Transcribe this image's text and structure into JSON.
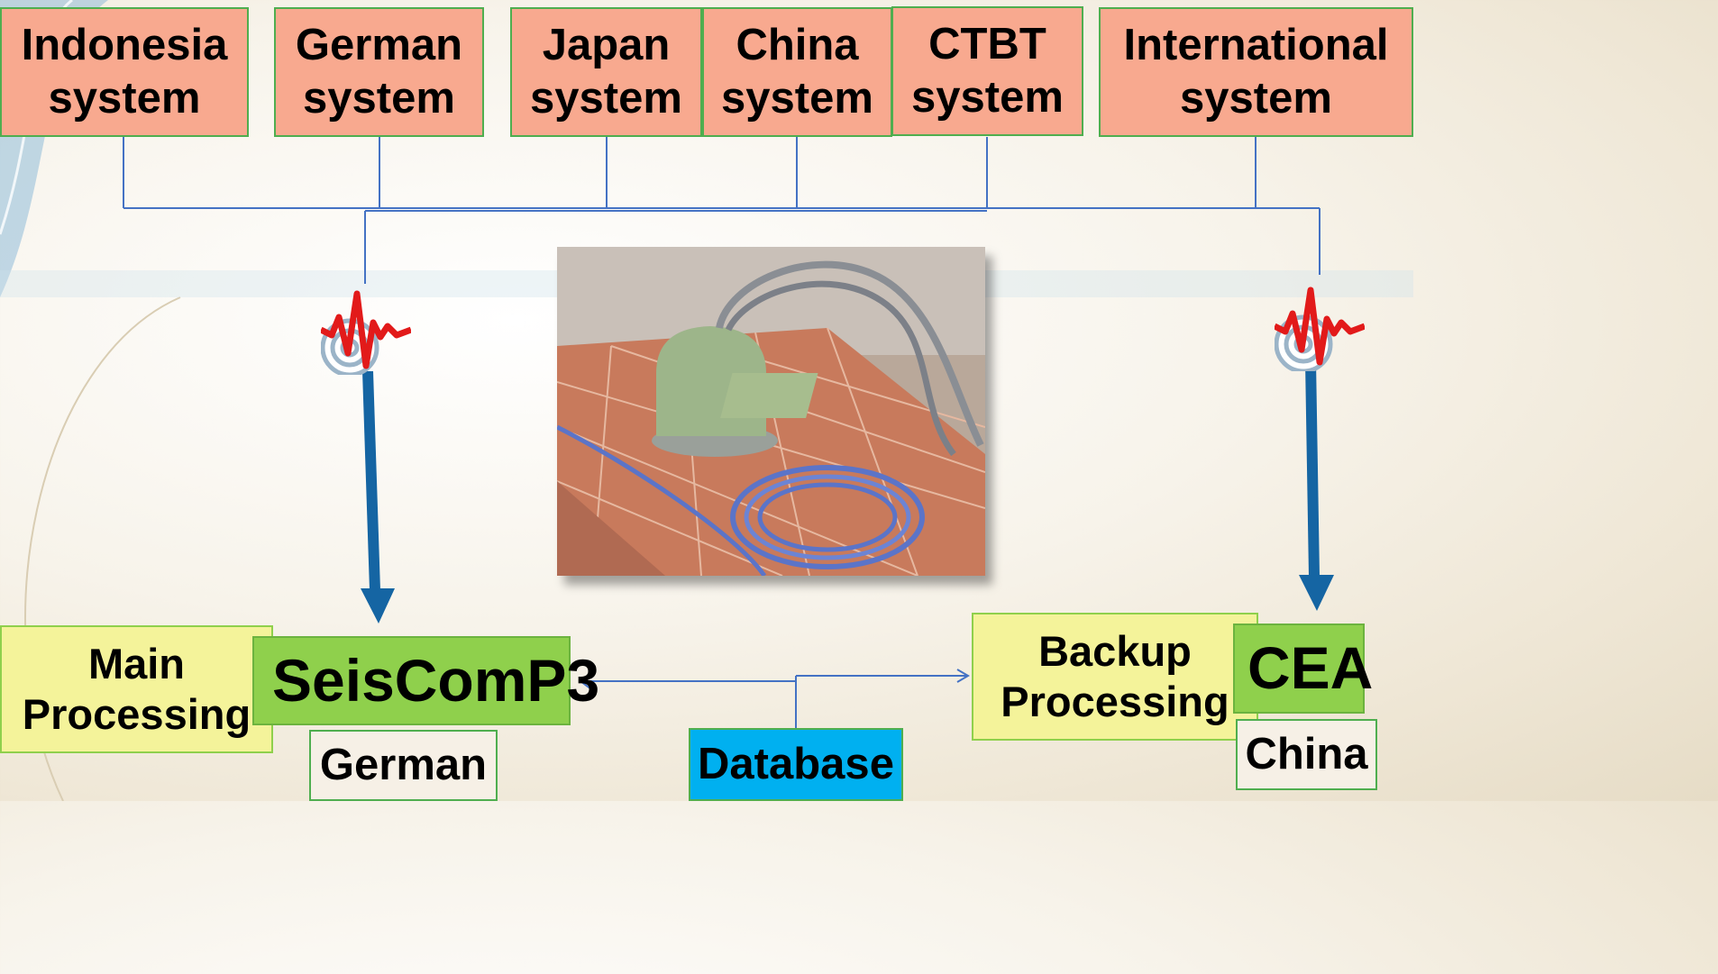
{
  "systems": [
    {
      "label": "Indonesia\nsystem"
    },
    {
      "label": "German\nsystem"
    },
    {
      "label": "Japan\nsystem"
    },
    {
      "label": "China\nsystem"
    },
    {
      "label": "CTBT\nsystem"
    },
    {
      "label": "International\nsystem"
    }
  ],
  "main": {
    "processing": "Main\nProcessing",
    "software": "SeisComP3",
    "origin": "German"
  },
  "backup": {
    "processing": "Backup\nProcessing",
    "software": "CEA",
    "origin": "China"
  },
  "database": "Database",
  "colors": {
    "system_fill": "#f8a98f",
    "box_border": "#4fae4f",
    "yellow_fill": "#f4f39a",
    "green_fill": "#8fd04c",
    "database_fill": "#00b0f0",
    "connector": "#4472c4",
    "arrow": "#1565a3",
    "seismic_wave": "#e21a1a"
  },
  "icons": {
    "left_sensor": "seismic-wave-icon",
    "right_sensor": "seismic-wave-icon",
    "photo": "seismometer-photo"
  }
}
